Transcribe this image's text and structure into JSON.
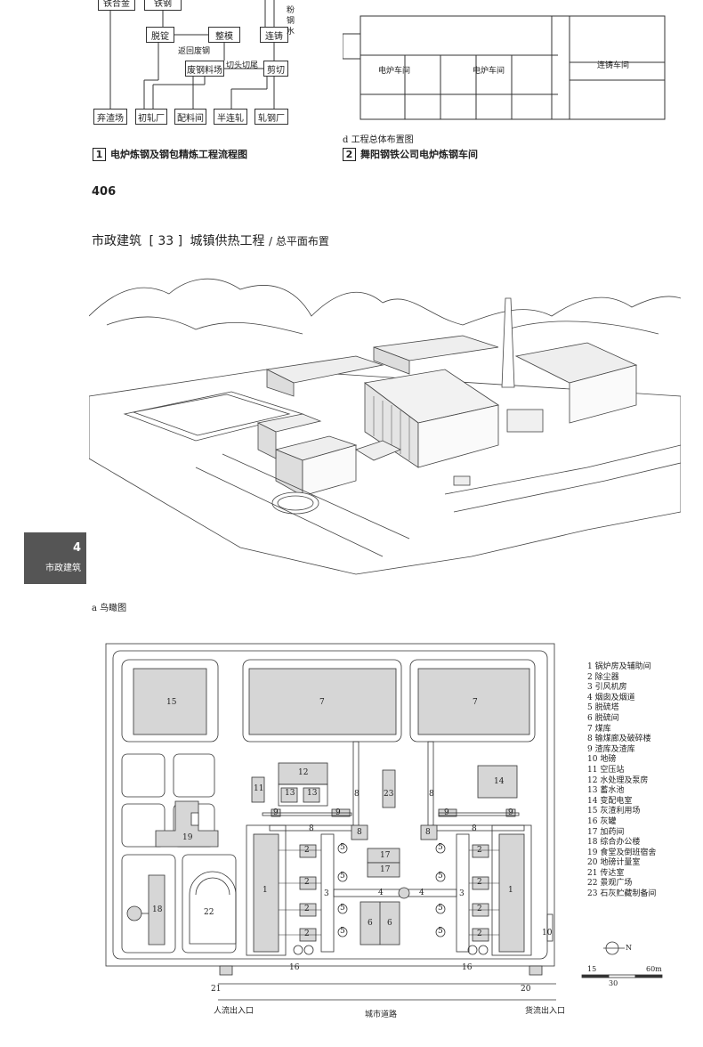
{
  "flow": {
    "boxes": [
      "铁合金",
      "铁钢",
      "脱锭",
      "整模",
      "连铸",
      "废钢料场",
      "剪切",
      "弃渣场",
      "初轧厂",
      "配料间",
      "半连轧",
      "轧钢厂"
    ],
    "labels": [
      "返回废钢",
      "切头切尾",
      "粉",
      "钢",
      "水"
    ]
  },
  "layout_small": {
    "halls": [
      "电炉车间",
      "电炉车间",
      "连铸车间"
    ],
    "caption": "d 工程总体布置图"
  },
  "fig1": {
    "num": "1",
    "title": "电炉炼钢及钢包精炼工程流程图"
  },
  "fig2": {
    "num": "2",
    "title": "舞阳钢铁公司电炉炼钢车间"
  },
  "page_number": "406",
  "header": {
    "category": "市政建筑",
    "index": "[ 33 ]",
    "title": "城镇供热工程",
    "subtitle": "/ 总平面布置"
  },
  "side_tab": {
    "num": "4",
    "label": "市政建筑"
  },
  "aerial_caption": "a 鸟瞰图",
  "site_labels": [
    "15",
    "7",
    "7",
    "12",
    "13",
    "13",
    "11",
    "14",
    "23",
    "8",
    "8",
    "8",
    "8",
    "9",
    "9",
    "9",
    "9",
    "8",
    "8",
    "19",
    "17",
    "17",
    "2",
    "2",
    "2",
    "2",
    "2",
    "2",
    "2",
    "2",
    "1",
    "1",
    "3",
    "3",
    "4",
    "4",
    "5",
    "5",
    "5",
    "5",
    "5",
    "5",
    "5",
    "5",
    "6",
    "6",
    "18",
    "22",
    "16",
    "16",
    "10",
    "21",
    "20"
  ],
  "legend": [
    "1 锅炉房及辅助间",
    "2 除尘器",
    "3 引风机房",
    "4 烟囱及烟道",
    "5 脱硫塔",
    "6 脱硫间",
    "7 煤库",
    "8 输煤廊及破碎楼",
    "9 渣库及渣库",
    "10 地磅",
    "11 空压站",
    "12 水处理及泵房",
    "13 蓄水池",
    "14 变配电室",
    "15 灰渣利用场",
    "16 灰罐",
    "17 加药间",
    "18 综合办公楼",
    "19 食堂及倒班宿舍",
    "20 地磅计量室",
    "21 传达室",
    "22 景观广场",
    "23 石灰贮藏制备间"
  ],
  "scale": {
    "labels": [
      "15",
      "60m",
      "30"
    ],
    "north": "N"
  },
  "gates": {
    "people": "人流出入口",
    "cargo": "货流出入口",
    "road": "城市道路"
  }
}
